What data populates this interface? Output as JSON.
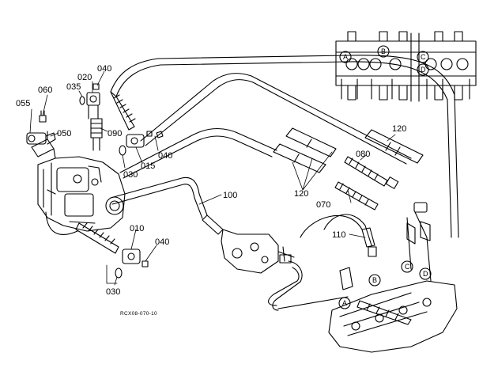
{
  "part_labels": [
    "040",
    "020",
    "035",
    "060",
    "055",
    "050",
    "090",
    "015",
    "040",
    "030",
    "010",
    "040",
    "030",
    "100",
    "110",
    "120",
    "120",
    "080",
    "070"
  ],
  "port_letters": [
    "A",
    "B",
    "C",
    "D",
    "B",
    "C",
    "D",
    "A"
  ],
  "drawing_code": "RCX08-070-10"
}
